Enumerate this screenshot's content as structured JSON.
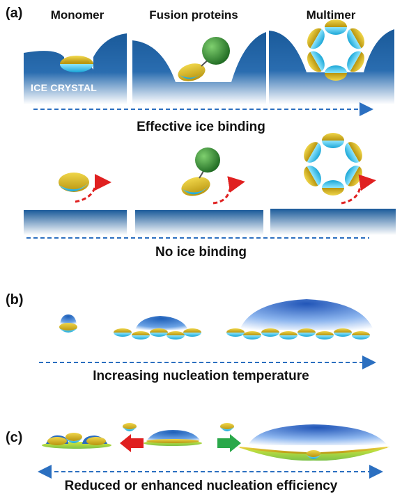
{
  "panel_a": {
    "label": "(a)",
    "columns": [
      "Monomer",
      "Fusion proteins",
      "Multimer"
    ],
    "ice_label": "ICE CRYSTAL",
    "caption_binding": "Effective ice binding",
    "caption_no_binding": "No ice binding"
  },
  "panel_b": {
    "label": "(b)",
    "caption": "Increasing nucleation temperature"
  },
  "panel_c": {
    "label": "(c)",
    "caption": "Reduced or enhanced nucleation efficiency"
  },
  "colors": {
    "ice_blue": "#1f5f9f",
    "protein_yellow": "#d4b21c",
    "protein_cyan": "#2ec4e6",
    "fusion_green": "#3f8f3a",
    "arrow_red": "#e02020",
    "arrow_green": "#2aa84a",
    "dashed_blue": "#2b6fc0"
  }
}
